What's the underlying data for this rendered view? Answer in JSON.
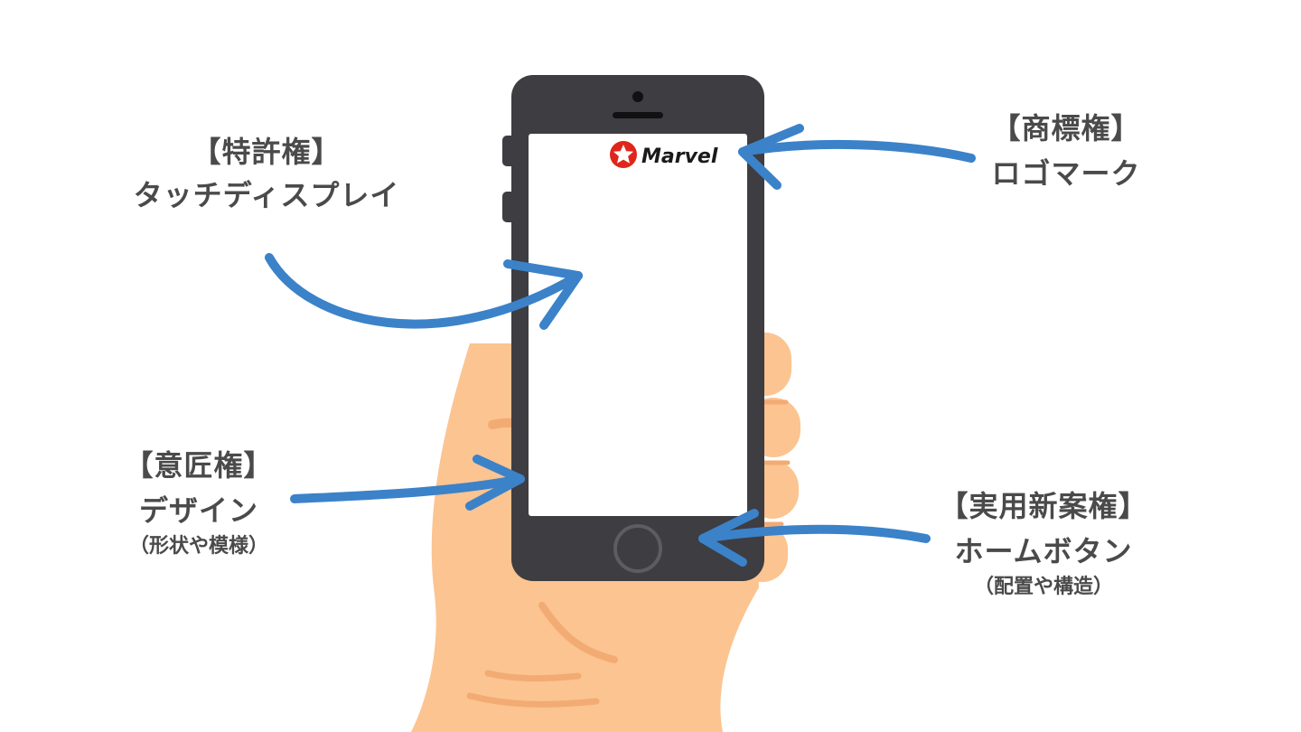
{
  "colors": {
    "phone_body": "#3d3d42",
    "screen": "#ffffff",
    "skin": "#fbc491",
    "skin_shadow": "#f2ab73",
    "arrow": "#3b82c9",
    "label_text": "#4a4a4a",
    "logo_red": "#e0261c"
  },
  "logo": {
    "text": "Marvel"
  },
  "labels": {
    "patent": {
      "heading": "【特許権】",
      "sub": "タッチディスプレイ"
    },
    "trademark": {
      "heading": "【商標権】",
      "sub": "ロゴマーク"
    },
    "design": {
      "heading": "【意匠権】",
      "sub": "デザイン",
      "note": "（形状や模様）"
    },
    "utility_model": {
      "heading": "【実用新案権】",
      "sub": "ホームボタン",
      "note": "（配置や構造）"
    }
  }
}
